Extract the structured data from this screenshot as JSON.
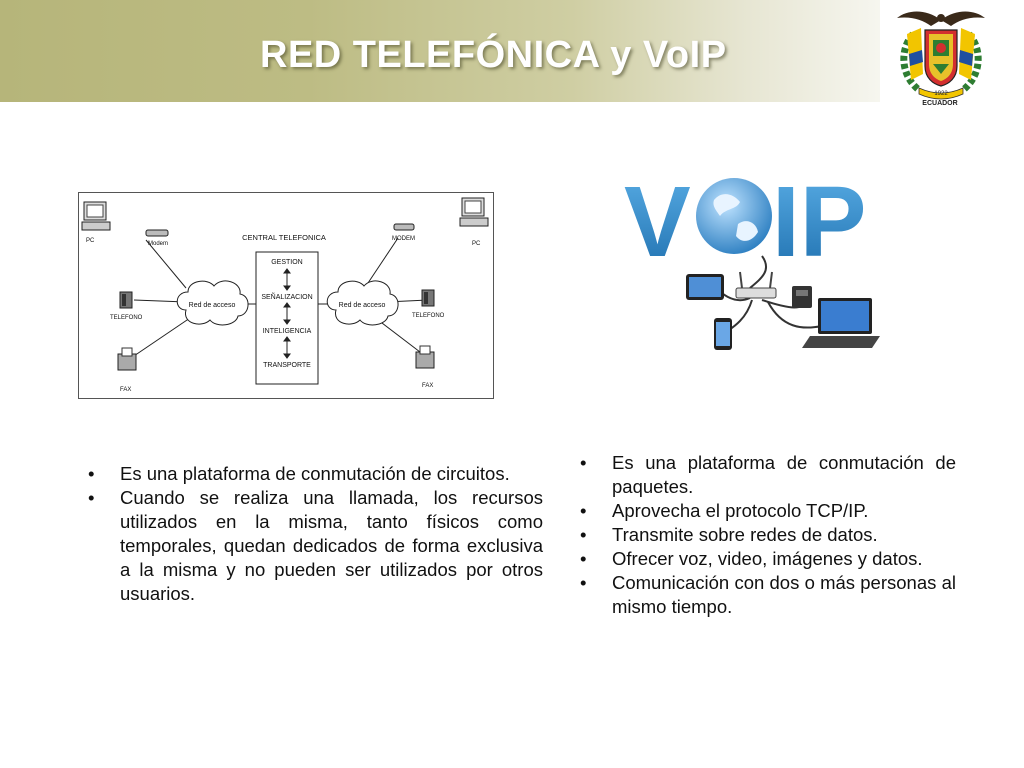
{
  "slide": {
    "title": "RED TELEFÓNICA y VoIP",
    "emblem_caption": "ECUADOR",
    "emblem_year": "1922"
  },
  "diagram": {
    "central_title": "CENTRAL TELEFONICA",
    "central_layers": [
      "GESTION",
      "SEÑALIZACION",
      "INTELIGENCIA",
      "TRANSPORTE"
    ],
    "left_cloud": "Red de acceso",
    "right_cloud": "Red de acceso",
    "left_devices": {
      "pc": "PC",
      "modem": "Modem",
      "phone": "TELEFONO",
      "fax": "FAX"
    },
    "right_devices": {
      "pc": "PC",
      "modem": "MODEM",
      "phone": "TELEFONO",
      "fax": "FAX"
    }
  },
  "voip_art": {
    "word_left": "V",
    "word_right": "IP"
  },
  "left_bullets": [
    "Es una plataforma de conmutación de circuitos.",
    "Cuando se realiza una llamada, los recursos utilizados en la misma, tanto físicos como temporales, quedan dedicados de forma exclusiva a la misma y no pueden ser utilizados por otros usuarios."
  ],
  "right_bullets": [
    "Es una plataforma de conmutación de paquetes.",
    "Aprovecha el protocolo TCP/IP.",
    "Transmite sobre redes de datos.",
    "Ofrecer voz, video, imágenes y datos.",
    "Comunicación con dos o más personas al mismo tiempo."
  ],
  "colors": {
    "title_bar": "#bdbc84",
    "title_text": "#ffffff",
    "voip_blue": "#2f87c6"
  }
}
